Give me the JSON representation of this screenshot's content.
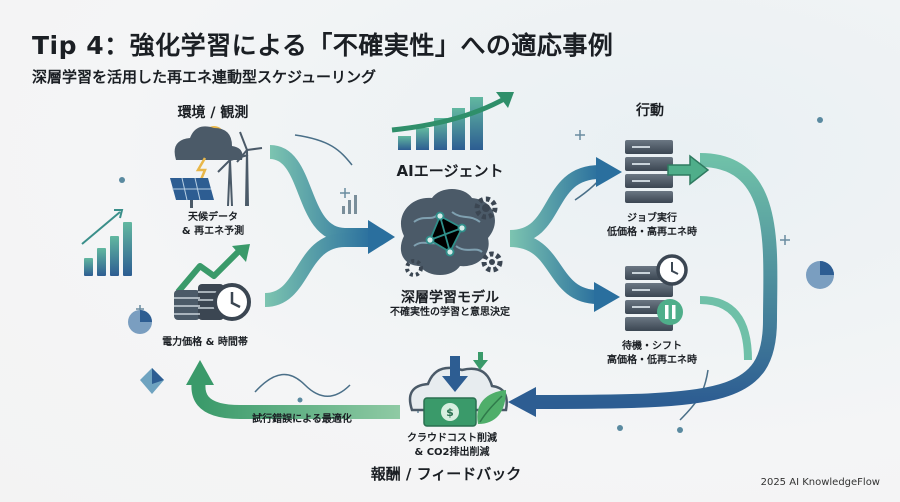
{
  "title": "Tip 4：強化学習による「不確実性」への適応事例",
  "subtitle": "深層学習を活用した再エネ連動型スケジューリング",
  "environment": {
    "heading": "環境 / 観測",
    "weather_line1": "天候データ",
    "weather_line2": "& 再エネ予測",
    "power_label": "電力価格 & 時間帯"
  },
  "agent": {
    "heading": "AIエージェント",
    "model_label": "深層学習モデル",
    "model_sub": "不確実性の学習と意思決定"
  },
  "action": {
    "heading": "行動",
    "job_line1": "ジョブ実行",
    "job_line2": "低価格・高再エネ時",
    "wait_line1": "待機・シフト",
    "wait_line2": "高価格・低再エネ時"
  },
  "reward": {
    "heading": "報酬 / フィードバック",
    "line1": "クラウドコスト削減",
    "line2": "& CO2排出削減",
    "loop_label": "試行錯誤による最適化"
  },
  "footer": "2025 AI KnowledgeFlow",
  "colors": {
    "teal": "#2f8f8a",
    "blue": "#2d5d92",
    "green": "#5aa37a",
    "dark": "#3b4652"
  }
}
